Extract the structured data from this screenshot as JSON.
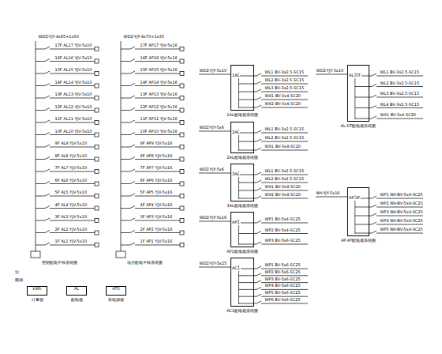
{
  "diagram": {
    "nodes": [
      {
        "text": [
          "1AL"
        ]
      },
      {
        "text": [
          "2AL"
        ]
      },
      {
        "text": [
          "3AL"
        ]
      },
      {
        "text": [
          "AP1"
        ]
      },
      {
        "text": [
          "AC1"
        ]
      },
      {
        "text": [
          "AL-DT"
        ]
      },
      {
        "text": [
          "AP-XF"
        ]
      },
      {
        "text": [
          "kWh"
        ]
      },
      {
        "text": [
          "AL"
        ]
      },
      {
        "text": [
          "ATS"
        ]
      }
    ],
    "labels": [
      "WDZ-YJY-4x95+1x50",
      "WDZ-YJY-4x70+1x35",
      "照明配电干线系统图",
      "动力配电干线系统图",
      "17F AL17 YJV-5x10",
      "16F AL16 YJV-5x10",
      "15F AL15 YJV-5x10",
      "14F AL14 YJV-5x10",
      "13F AL13 YJV-5x10",
      "12F AL12 YJV-5x10",
      "11F AL11 YJV-5x10",
      "10F AL10 YJV-5x10",
      "9F AL9 YJV-5x10",
      "8F AL8 YJV-5x10",
      "7F AL7 YJV-5x10",
      "6F AL6 YJV-5x10",
      "5F AL5 YJV-5x10",
      "4F AL4 YJV-5x10",
      "3F AL3 YJV-5x10",
      "2F AL2 YJV-5x10",
      "1F AL1 YJV-5x10",
      "17F AP17 YJV-5x16",
      "16F AP16 YJV-5x16",
      "15F AP15 YJV-5x16",
      "14F AP14 YJV-5x16",
      "13F AP13 YJV-5x16",
      "12F AP12 YJV-5x16",
      "11F AP11 YJV-5x16",
      "10F AP10 YJV-5x16",
      "9F AP9 YJV-5x16",
      "8F AP8 YJV-5x16",
      "7F AP7 YJV-5x16",
      "6F AP6 YJV-5x16",
      "5F AP5 YJV-5x16",
      "4F AP4 YJV-5x16",
      "3F AP3 YJV-5x16",
      "2F AP2 YJV-5x16",
      "1F AP1 YJV-5x16",
      "WDZ-YJY-5x10",
      "WL1 BV-3x2.5-SC15",
      "WL2 BV-3x2.5-SC15",
      "WL3 BV-3x2.5-SC15",
      "WX1 BV-3x4-SC20",
      "WX2 BV-3x4-SC20",
      "1AL配电箱系统图",
      "WDZ-YJY-5x6",
      "WL1 BV-3x2.5-SC15",
      "WL2 BV-3x2.5-SC15",
      "WX1 BV-3x4-SC20",
      "2AL配电箱系统图",
      "WDZ-YJY-5x6",
      "WL1 BV-3x2.5-SC15",
      "WL2 BV-3x2.5-SC15",
      "WX1 BV-3x4-SC20",
      "WX2 BV-3x4-SC20",
      "3AL配电箱系统图",
      "WDZ-YJY-5x16",
      "WP1 BV-5x4-SC25",
      "WP2 BV-5x4-SC25",
      "WP3 BV-5x6-SC25",
      "AP1配电箱系统图",
      "WDZ-YJY-5x25",
      "WP1 BV-5x6-SC25",
      "WP2 BV-5x6-SC25",
      "WP3 BV-5x6-SC25",
      "WP4 BV-5x6-SC25",
      "WP5 BV-5x6-SC25",
      "WP6 BV-5x6-SC25",
      "AC1配电箱系统图",
      "WDZ-YJY-5x10",
      "WL1 BV-3x2.5-SC15",
      "WL2 BV-3x2.5-SC15",
      "WL3 BV-3x2.5-SC15",
      "WL4 BV-3x2.5-SC15",
      "WX1 BV-3x4-SC20",
      "AL-DT配电箱系统图",
      "NH-YJY-5x16",
      "WP1 NH-BV-5x4-SC25",
      "WP2 NH-BV-5x4-SC25",
      "WP3 NH-BV-5x4-SC25",
      "WP4 NH-BV-5x4-SC25",
      "WP5 NH-BV-5x4-SC25",
      "AP-XF配电箱系统图",
      "注:",
      "图例",
      "计量箱",
      "配电箱",
      "双电源箱"
    ]
  }
}
